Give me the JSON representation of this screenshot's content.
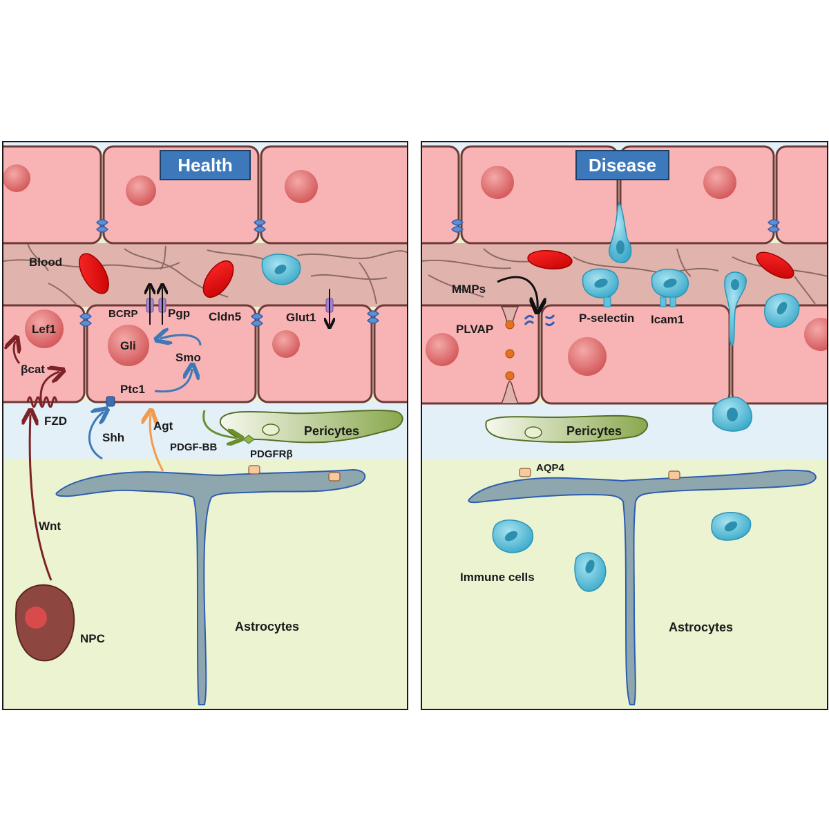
{
  "panels": {
    "health": {
      "title": "Health",
      "labels": {
        "blood": "Blood",
        "lef1": "Lef1",
        "bcat": "βcat",
        "fzd": "FZD",
        "wnt": "Wnt",
        "npc": "NPC",
        "bcrp": "BCRP",
        "pgp": "Pgp",
        "cldn5": "Cldn5",
        "glut1": "Glut1",
        "gli": "Gli",
        "smo": "Smo",
        "ptc1": "Ptc1",
        "shh": "Shh",
        "agt": "Agt",
        "pdgfbb": "PDGF-BB",
        "pdgfrb": "PDGFRβ",
        "pericytes": "Pericytes",
        "astrocytes": "Astrocytes"
      }
    },
    "disease": {
      "title": "Disease",
      "labels": {
        "mmps": "MMPs",
        "plvap": "PLVAP",
        "pselectin": "P-selectin",
        "icam1": "Icam1",
        "pericytes": "Pericytes",
        "aqp4": "AQP4",
        "immune": "Immune cells",
        "astrocytes": "Astrocytes"
      }
    }
  },
  "colors": {
    "endothelium": "#f8b3b5",
    "endothelium_border": "#6b3a38",
    "blood_lumen": "#e0b4ad",
    "basement": "#e3f0f7",
    "brain": "#ebf3d1",
    "astrocyte": "#8ea6ad",
    "astrocyte_border": "#2e5db0",
    "pericyte": "#9bb560",
    "immune": "#5fc2dc",
    "rbc": "#e0000a",
    "nucleus": "#e2676a",
    "title_box": "#3d78bb",
    "npc": "#8e4640",
    "wnt_arrow": "#7d2226",
    "shh_arrow": "#3d79b8",
    "agt_arrow": "#f49a4c",
    "pdgf_arrow": "#6a8f2c",
    "transporter": "#a686c9",
    "aqp4": "#f6c9a0",
    "plvap": "#e4731f"
  }
}
